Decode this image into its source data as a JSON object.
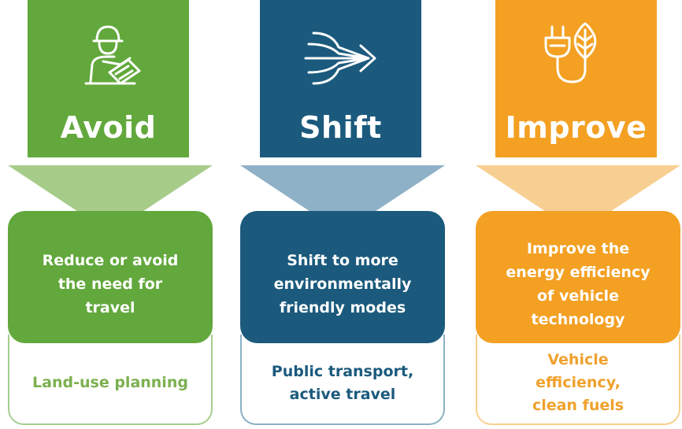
{
  "colors": {
    "avoid": "#62a83c",
    "avoid_light": "#a7cc8a",
    "shift": "#1b5a7d",
    "shift_light": "#8fb1c8",
    "improve": "#f3a023",
    "improve_light": "#f8cf92"
  },
  "columns": [
    {
      "key": "avoid",
      "icon": "planning-icon",
      "title": "Avoid",
      "description": "Reduce or avoid\nthe need for\ntravel",
      "example": "Land-use planning"
    },
    {
      "key": "shift",
      "icon": "modal-shift-arrows-icon",
      "title": "Shift",
      "description": "Shift to more\nenvironmentally\nfriendly modes",
      "example": "Public transport,\nactive travel"
    },
    {
      "key": "improve",
      "icon": "plug-leaf-icon",
      "title": "Improve",
      "description": "Improve the\nenergy efficiency\nof vehicle\ntechnology",
      "example": "Vehicle\nefficiency,\nclean fuels"
    }
  ]
}
